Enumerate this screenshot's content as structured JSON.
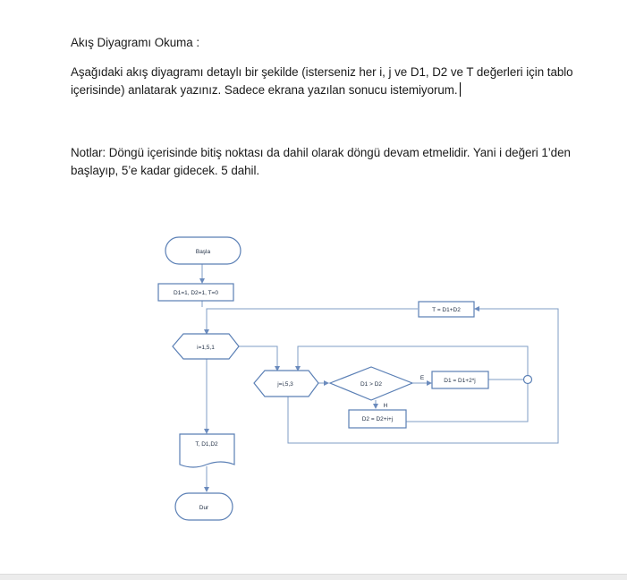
{
  "document": {
    "heading": "Akış Diyagramı Okuma :",
    "question": "Aşağıdaki akış diyagramı detaylı bir şekilde (isterseniz her i, j ve D1, D2 ve T değerleri için tablo içerisinde) anlatarak yazınız. Sadece ekrana yazılan sonucu istemiyorum.",
    "notes": "Notlar: Döngü içerisinde bitiş noktası da dahil olarak döngü devam etmelidir. Yani i değeri 1’den başlayıp, 5’e kadar gidecek. 5 dahil."
  },
  "flowchart": {
    "start": "Başla",
    "init": "D1=1, D2=1, T=0",
    "loop_i": "i=1,5,1",
    "loop_j": "j=i,5,3",
    "condition": "D1 > D2",
    "yes_label": "E",
    "no_label": "H",
    "yes_action": "D1 = D1+2*j",
    "no_action": "D2 = D2+i+j",
    "t_assign": "T = D1+D2",
    "output": "T, D1,D2",
    "end": "Dur",
    "colors": {
      "stroke": "#5a7fb5",
      "line": "#7f9cc4",
      "text": "#1f2e44"
    }
  }
}
